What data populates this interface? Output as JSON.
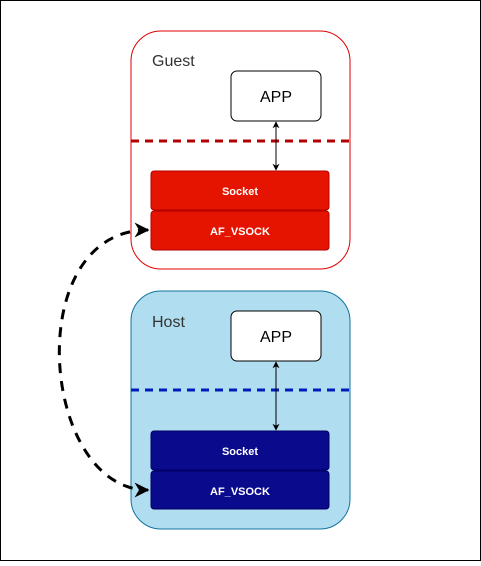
{
  "guest": {
    "label": "Guest",
    "app_label": "APP",
    "socket_label": "Socket",
    "vsock_label": "AF_VSOCK",
    "colors": {
      "border": "#e00000",
      "fill": "#ffffff",
      "divider": "#b00000",
      "block": "#e51400",
      "block_text": "#ffffff"
    }
  },
  "host": {
    "label": "Host",
    "app_label": "APP",
    "socket_label": "Socket",
    "vsock_label": "AF_VSOCK",
    "colors": {
      "border": "#10739e",
      "fill": "#b1ddf0",
      "divider": "#001dbc",
      "block": "#0a0a8c",
      "block_text": "#ffffff"
    }
  },
  "frame_color": "#000000",
  "connector": {
    "style": "dashed",
    "direction": "bidirectional"
  }
}
